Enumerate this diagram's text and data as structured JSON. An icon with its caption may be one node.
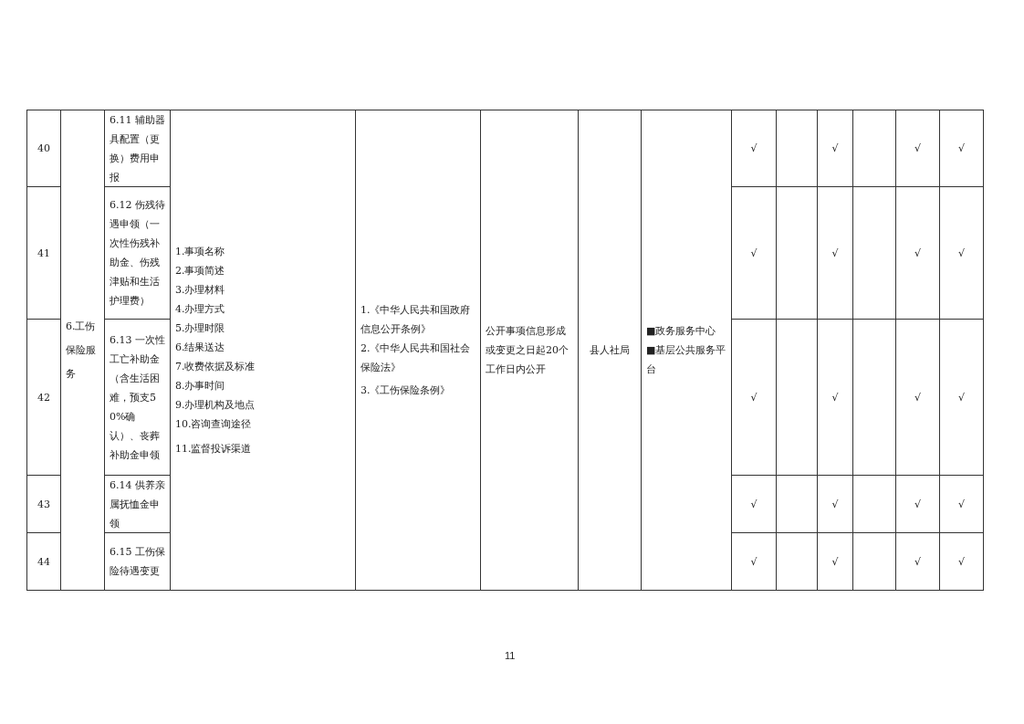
{
  "diagram": {
    "labels": [
      "40",
      "6.工伤保险服务",
      "6.11 辅助器具配置（更换）费用申报",
      "1.事项名称",
      "2.事项简述",
      "3.办理材料",
      "4.办理方式",
      "5.办理时限",
      "6.结果送达",
      "7.收费依据及标准",
      "8.办事时间",
      "9.办理机构及地点",
      "10.咨询查询途径",
      "11.监督投诉渠道",
      "1.《中华人民共和国政府信息公开条例》",
      "2.《中华人民共和国社会保险法》",
      "3.《工伤保险条例》",
      "公开事项信息形成或变更之日起20个工作日内公开",
      "县人社局",
      "■政务服务中心",
      "■基层公共服务平台",
      "√",
      "√",
      "√",
      "√",
      "41",
      "6.12 伤残待遇申领（一次性伤残补助金、伤残津贴和生活护理费）",
      "√",
      "√",
      "√",
      "√",
      "42",
      "6.13 一次性工亡补助金（含生活困难，预支50%确认）、丧葬补助金申领",
      "√",
      "√",
      "√",
      "√",
      "43",
      "6.14 供养亲属抚恤金申领",
      "√",
      "√",
      "√",
      "√",
      "44",
      "6.15 工伤保险待遇变更",
      "√",
      "√",
      "√",
      "√",
      "11"
    ]
  }
}
